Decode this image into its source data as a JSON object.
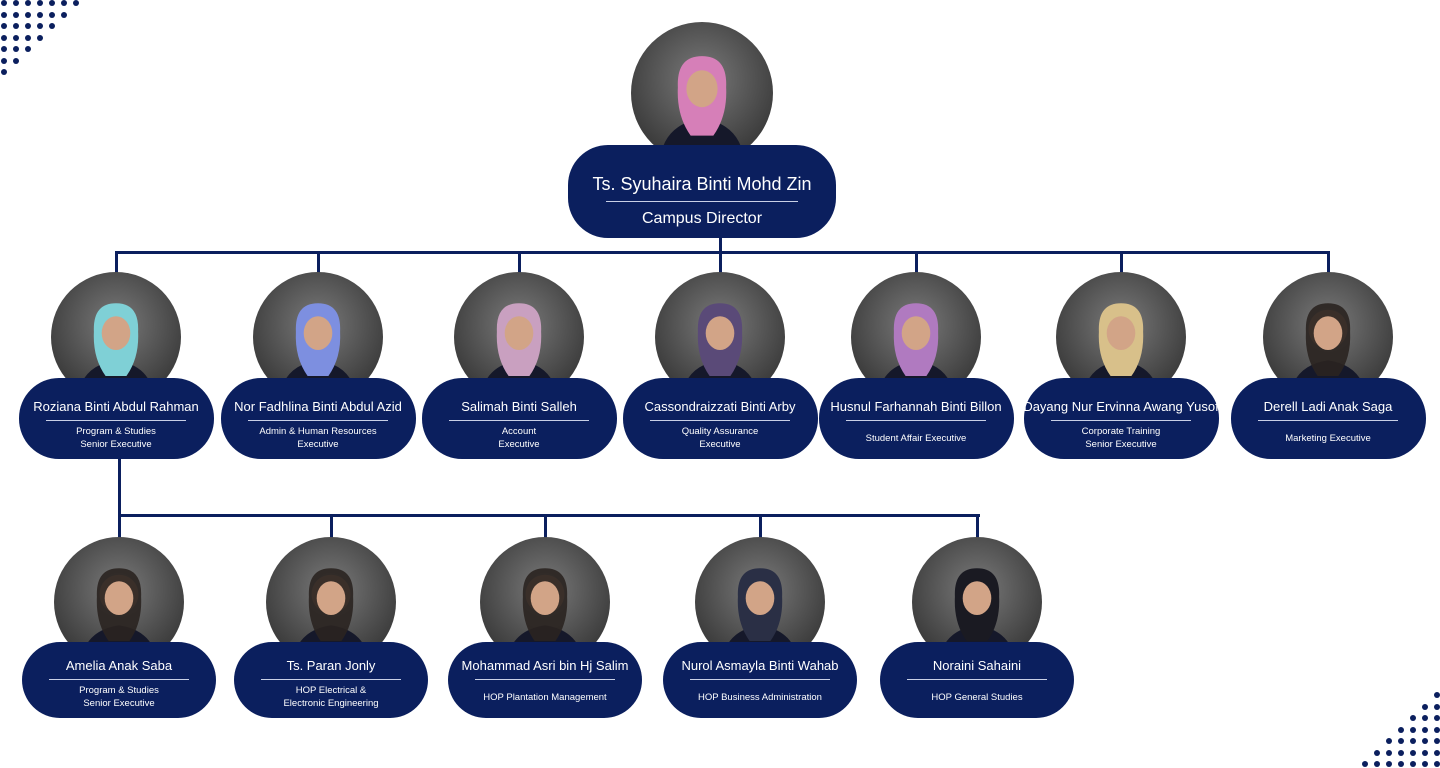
{
  "director": {
    "name": "Ts. Syuhaira Binti Mohd Zin",
    "role": "Campus Director",
    "scarf": "#d67fb8"
  },
  "executives": [
    {
      "name": "Roziana Binti Abdul Rahman",
      "role": "Program & Studies\nSenior Executive",
      "scarf": "#7fd0d6"
    },
    {
      "name": "Nor Fadhlina Binti Abdul Azid",
      "role": "Admin & Human Resources\nExecutive",
      "scarf": "#7d8fe0"
    },
    {
      "name": "Salimah Binti Salleh",
      "role": "Account\nExecutive",
      "scarf": "#c9a0c0"
    },
    {
      "name": "Cassondraizzati Binti Arby",
      "role": "Quality Assurance\nExecutive",
      "scarf": "#5a4a78"
    },
    {
      "name": "Husnul Farhannah Binti Billon",
      "role": "Student Affair Executive",
      "scarf": "#b07ac0"
    },
    {
      "name": "Dayang Nur Ervinna Awang Yusof",
      "role": "Corporate Training\nSenior Executive",
      "scarf": "#d8c08a"
    },
    {
      "name": "Derell Ladi Anak Saga",
      "role": "Marketing Executive",
      "scarf": "none"
    }
  ],
  "programs": [
    {
      "name": "Amelia Anak Saba",
      "role": "Program & Studies\nSenior Executive",
      "scarf": "none"
    },
    {
      "name": "Ts. Paran Jonly",
      "role": "HOP Electrical &\nElectronic Engineering",
      "scarf": "none"
    },
    {
      "name": "Mohammad Asri bin Hj Salim",
      "role": "HOP Plantation Management",
      "scarf": "none"
    },
    {
      "name": "Nurol Asmayla Binti Wahab",
      "role": "HOP Business Administration",
      "scarf": "#2a2f45"
    },
    {
      "name": "Noraini Sahaini",
      "role": "HOP General Studies",
      "scarf": "#1a1a22"
    }
  ],
  "colors": {
    "navy": "#0b1f5e"
  }
}
